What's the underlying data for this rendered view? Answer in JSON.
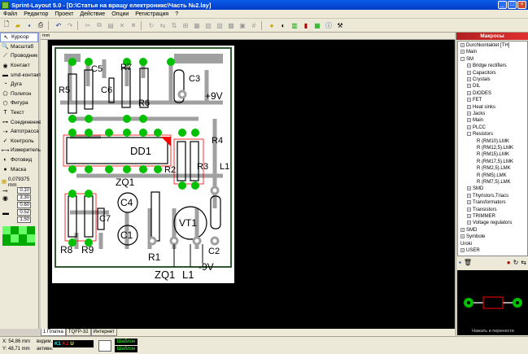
{
  "window": {
    "title": "Sprint-Layout 5.0 - [D:\\Статья на вращу електроникс\\Часть №2.lay]"
  },
  "menu": [
    "Файл",
    "Редактор",
    "Проект",
    "Действие",
    "Опции",
    "Регистрация",
    "?"
  ],
  "tools": [
    {
      "label": "Курсор",
      "icon": "cursor-icon",
      "active": true
    },
    {
      "label": "Масштаб",
      "icon": "zoom-icon"
    },
    {
      "label": "Проводник",
      "icon": "track-icon"
    },
    {
      "label": "Контакт",
      "icon": "pad-icon"
    },
    {
      "label": "smd-контакт",
      "icon": "smd-pad-icon"
    },
    {
      "label": "Дуга",
      "icon": "arc-icon"
    },
    {
      "label": "Полигон",
      "icon": "polygon-icon"
    },
    {
      "label": "Фигура",
      "icon": "figure-icon"
    },
    {
      "label": "Текст",
      "icon": "text-icon"
    },
    {
      "label": "Соединение",
      "icon": "connection-icon"
    },
    {
      "label": "Автотрасса",
      "icon": "autoroute-icon"
    },
    {
      "label": "Контроль",
      "icon": "check-icon"
    },
    {
      "label": "Измеритель",
      "icon": "measure-icon"
    },
    {
      "label": "Фотовид",
      "icon": "photoview-icon"
    },
    {
      "label": "Маска",
      "icon": "mask-icon"
    }
  ],
  "grid": {
    "value": "0,079375 mm"
  },
  "params": [
    "0.10",
    "3.30",
    "0.60",
    "0.52",
    "1.50"
  ],
  "ruler": {
    "unit": "mm"
  },
  "tabs": [
    "1 Платка",
    "TQFP-32",
    "Интернет"
  ],
  "status": {
    "x": "X: 54,86 mm",
    "y": "Y: 48,71 mm",
    "visible": "видим.",
    "active": "активн.",
    "layers": [
      "K1",
      "K2",
      "U"
    ],
    "templates": [
      "Шаблон",
      "Шаблон"
    ]
  },
  "macro": {
    "title": "Макросы",
    "tree": [
      {
        "label": "Durchkontaktet [TH]",
        "level": 0,
        "pm": "+"
      },
      {
        "label": "Main",
        "level": 0,
        "pm": "+"
      },
      {
        "label": "SM",
        "level": 0,
        "pm": "-"
      },
      {
        "label": "Bridge rectifiers",
        "level": 1,
        "pm": "+"
      },
      {
        "label": "Capacitors",
        "level": 1,
        "pm": "+"
      },
      {
        "label": "Crystals",
        "level": 1,
        "pm": "+"
      },
      {
        "label": "DIL",
        "level": 1,
        "pm": "+"
      },
      {
        "label": "DIODES",
        "level": 1,
        "pm": "+"
      },
      {
        "label": "FET",
        "level": 1,
        "pm": "+"
      },
      {
        "label": "Heat sinks",
        "level": 1,
        "pm": "+"
      },
      {
        "label": "Jacks",
        "level": 1,
        "pm": "+"
      },
      {
        "label": "Main",
        "level": 1,
        "pm": "+"
      },
      {
        "label": "PLCC",
        "level": 1,
        "pm": "+"
      },
      {
        "label": "Resistors",
        "level": 1,
        "pm": "-"
      },
      {
        "label": "R (RM10).LMK",
        "level": 2
      },
      {
        "label": "R (RM12,5).LMK",
        "level": 2
      },
      {
        "label": "R (RM15).LMK",
        "level": 2
      },
      {
        "label": "R (RM17,5).LMK",
        "level": 2
      },
      {
        "label": "R (RM2,5).LMK",
        "level": 2
      },
      {
        "label": "R (RM5).LMK",
        "level": 2
      },
      {
        "label": "R (RM7,5).LMK",
        "level": 2
      },
      {
        "label": "SMD",
        "level": 1,
        "pm": "+"
      },
      {
        "label": "Thyristors,Triacs",
        "level": 1,
        "pm": "+"
      },
      {
        "label": "Transformators",
        "level": 1,
        "pm": "+"
      },
      {
        "label": "Transistors",
        "level": 1,
        "pm": "+"
      },
      {
        "label": "TRIMMER",
        "level": 1,
        "pm": "+"
      },
      {
        "label": "Voltage regulators",
        "level": 1,
        "pm": "+"
      },
      {
        "label": "SMD",
        "level": 0,
        "pm": "+"
      },
      {
        "label": "Symbole",
        "level": 0,
        "pm": "+"
      },
      {
        "label": "Uroki",
        "level": 0
      },
      {
        "label": "USER",
        "level": 0,
        "pm": "+"
      }
    ],
    "preview_hint": "Нажать и перенести"
  },
  "pcb_labels": {
    "c5": "C5",
    "r7": "R7",
    "r5": "R5",
    "c6": "C6",
    "r6": "R6",
    "c3": "C3",
    "p9v_top": "+9V",
    "dd1": "DD1",
    "r4": "R4",
    "r2": "R2",
    "r3": "R3",
    "l1_right": "L1",
    "zq1_top": "ZQ1",
    "c4": "C4",
    "c7": "C7",
    "vt1": "VT1",
    "c1": "C1",
    "r8": "R8",
    "r9": "R9",
    "r1": "R1",
    "c2": "C2",
    "zq1_bottom": "ZQ1",
    "l1_bottom": "L1",
    "m9v": "-9V"
  },
  "colors": {
    "board_bg": "#ffffff",
    "copper": "#a0a0a0",
    "pad": "#00c000",
    "outline": "#2d5a2d",
    "silk": "#000000",
    "part": "#ff0000"
  }
}
